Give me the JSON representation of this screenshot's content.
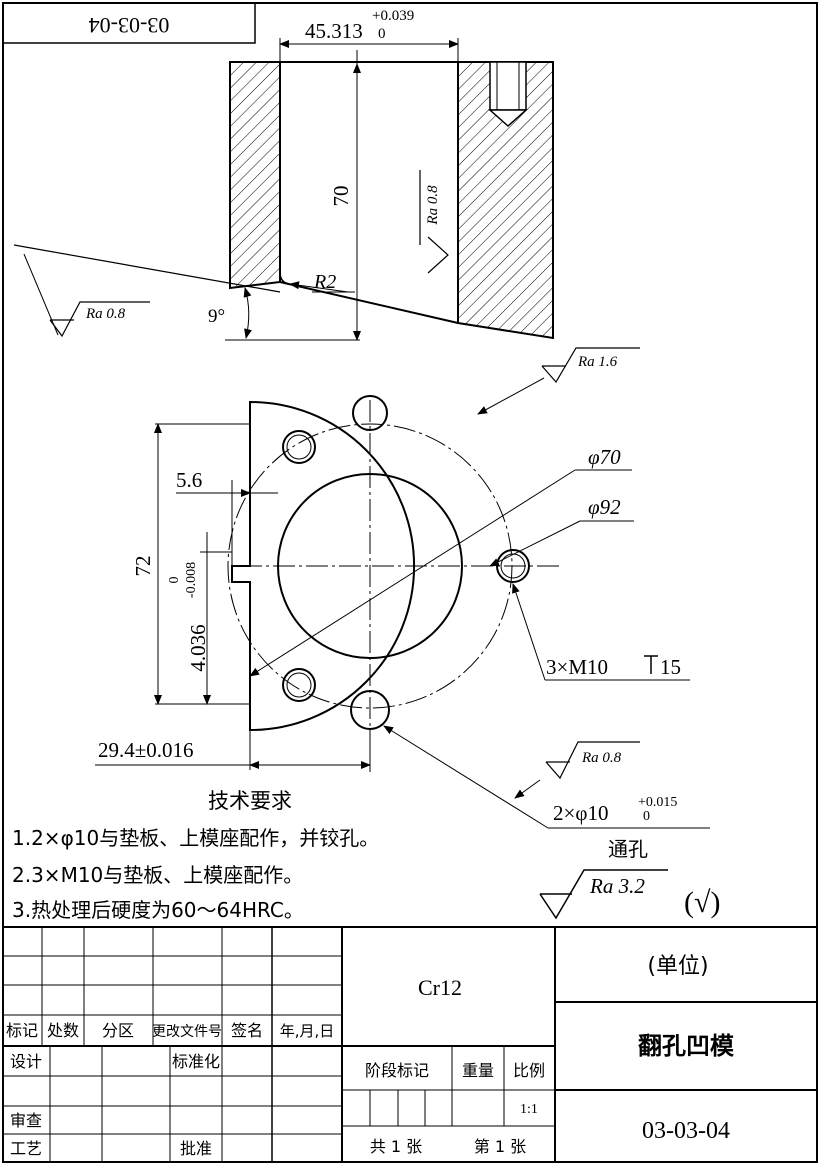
{
  "drawing_code_corner": "03-03-04",
  "section_view": {
    "bore_dim_base": "45.313",
    "bore_dim_upper_tol": "+0.039",
    "bore_dim_lower_tol": "0",
    "height_dim": "70",
    "radius_dim": "R2",
    "angle_dim": "9°",
    "bore_roughness": "Ra 0.8",
    "slope_roughness": "Ra 0.8"
  },
  "plan_view": {
    "outer_roughness": "Ra 1.6",
    "bolt_circle_dia": "φ70",
    "outer_dia": "φ92",
    "slot_width_dim": "5.6",
    "height_dim": "72",
    "offset_dim_base": "4.036",
    "offset_dim_upper_tol": "0",
    "offset_dim_lower_tol": "-0.008",
    "width_dim": "29.4±0.016",
    "thread_callout": "3×M10",
    "thread_depth": "15",
    "pin_roughness": "Ra 0.8",
    "pin_callout_base": "2×φ10",
    "pin_upper_tol": "+0.015",
    "pin_lower_tol": "0",
    "pin_note": "通孔"
  },
  "notes": {
    "title": "技术要求",
    "items": [
      "1.2×φ10与垫板、上模座配作，并铰孔。",
      "2.3×M10与垫板、上模座配作。",
      "3.热处理后硬度为60～64HRC。"
    ]
  },
  "general_roughness": {
    "value": "Ra 3.2",
    "suffix": "(√)"
  },
  "title_block": {
    "material": "Cr12",
    "company": "(单位)",
    "part_name": "翻孔凹模",
    "drawing_no": "03-03-04",
    "rev_headers": [
      "标记",
      "处数",
      "分区",
      "更改文件号",
      "签名",
      "年,月,日"
    ],
    "design": "设计",
    "standardization": "标准化",
    "review": "审查",
    "process": "工艺",
    "approve": "批准",
    "stage_mark": "阶段标记",
    "weight": "重量",
    "scale_label": "比例",
    "scale_value": "1:1",
    "total_sheets": "共 1 张",
    "sheet_no": "第 1 张"
  }
}
